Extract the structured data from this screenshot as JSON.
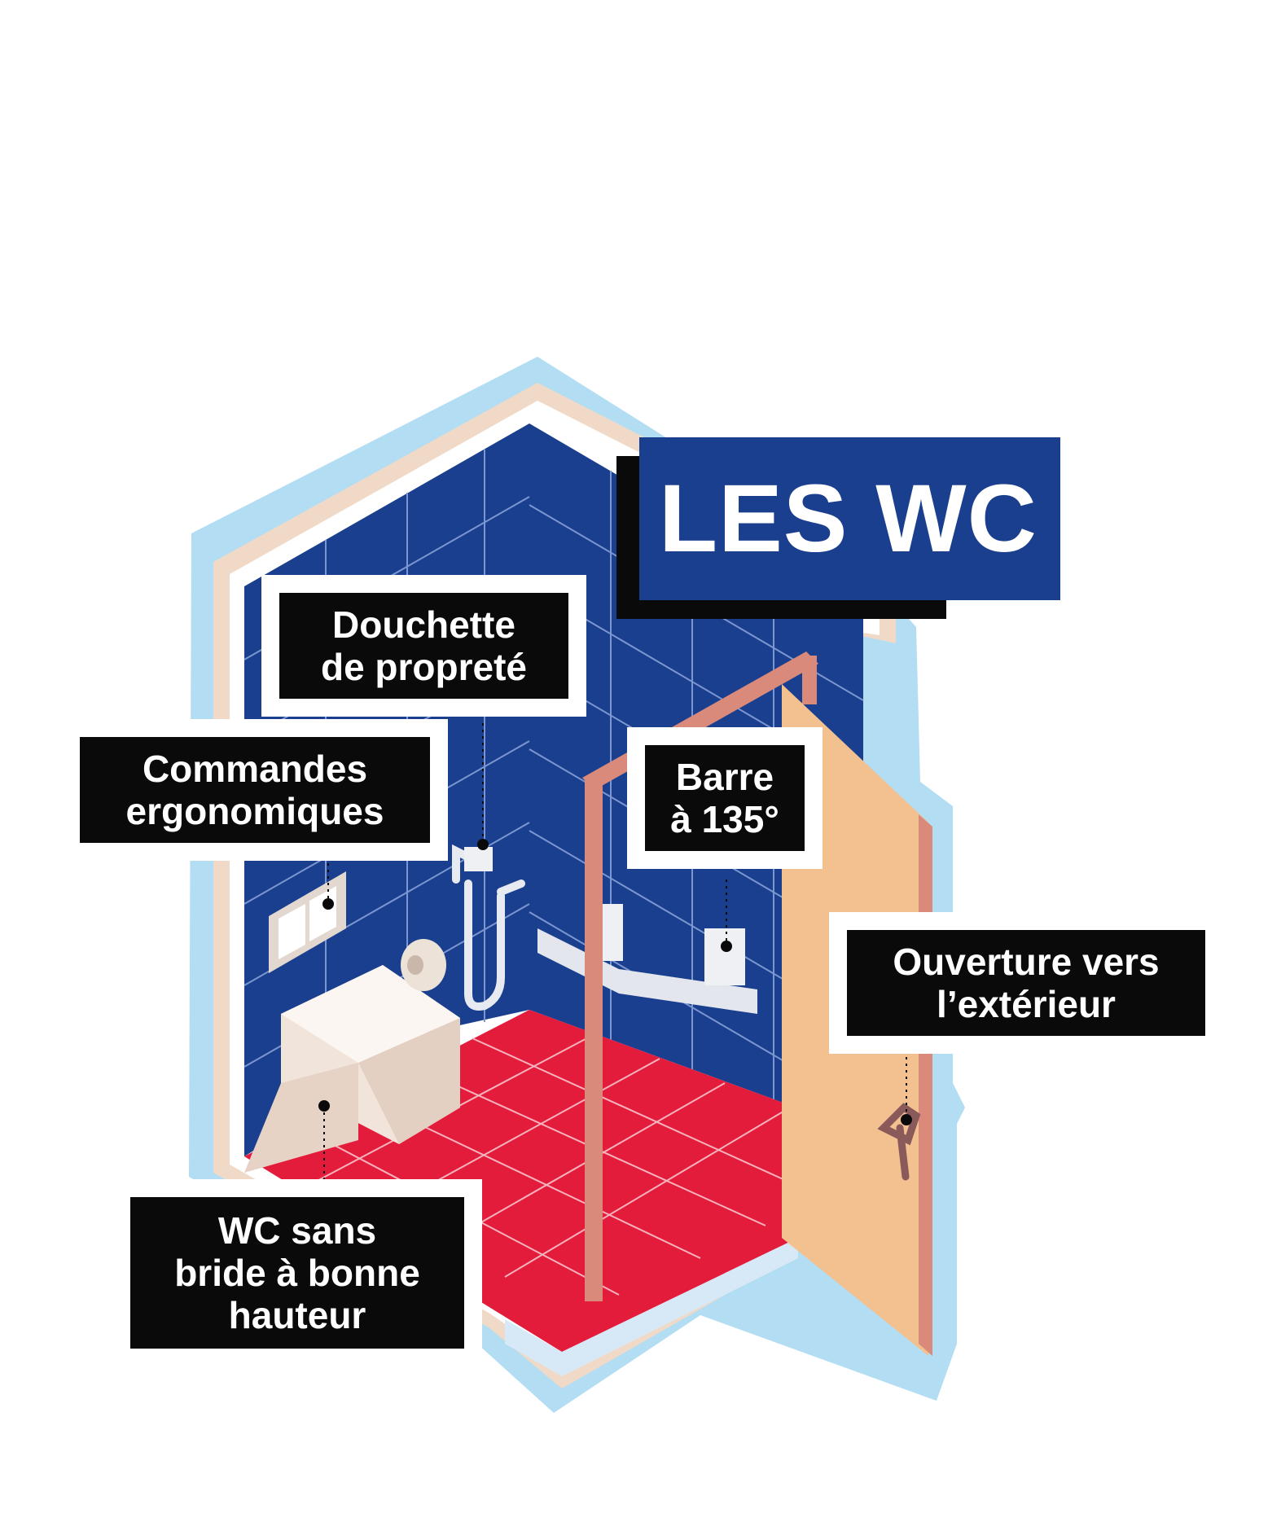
{
  "title": "LES WC",
  "labels": {
    "douchette": [
      "Douchette",
      "de propreté"
    ],
    "commandes": [
      "Commandes",
      "ergonomiques"
    ],
    "barre": [
      "Barre",
      "à 135°"
    ],
    "ouverture": [
      "Ouverture vers",
      "l’extérieur"
    ],
    "wc": [
      "WC sans",
      "bride à bonne",
      "hauteur"
    ]
  },
  "colors": {
    "wall_tile": "#1a3f8f",
    "floor_tile": "#e41c3c",
    "outline": "#b3ddf3",
    "door": "#f3c08f",
    "bar": "#d98a7a",
    "label_bg": "#0a0a0a",
    "title_bg": "#1a3f8f"
  }
}
